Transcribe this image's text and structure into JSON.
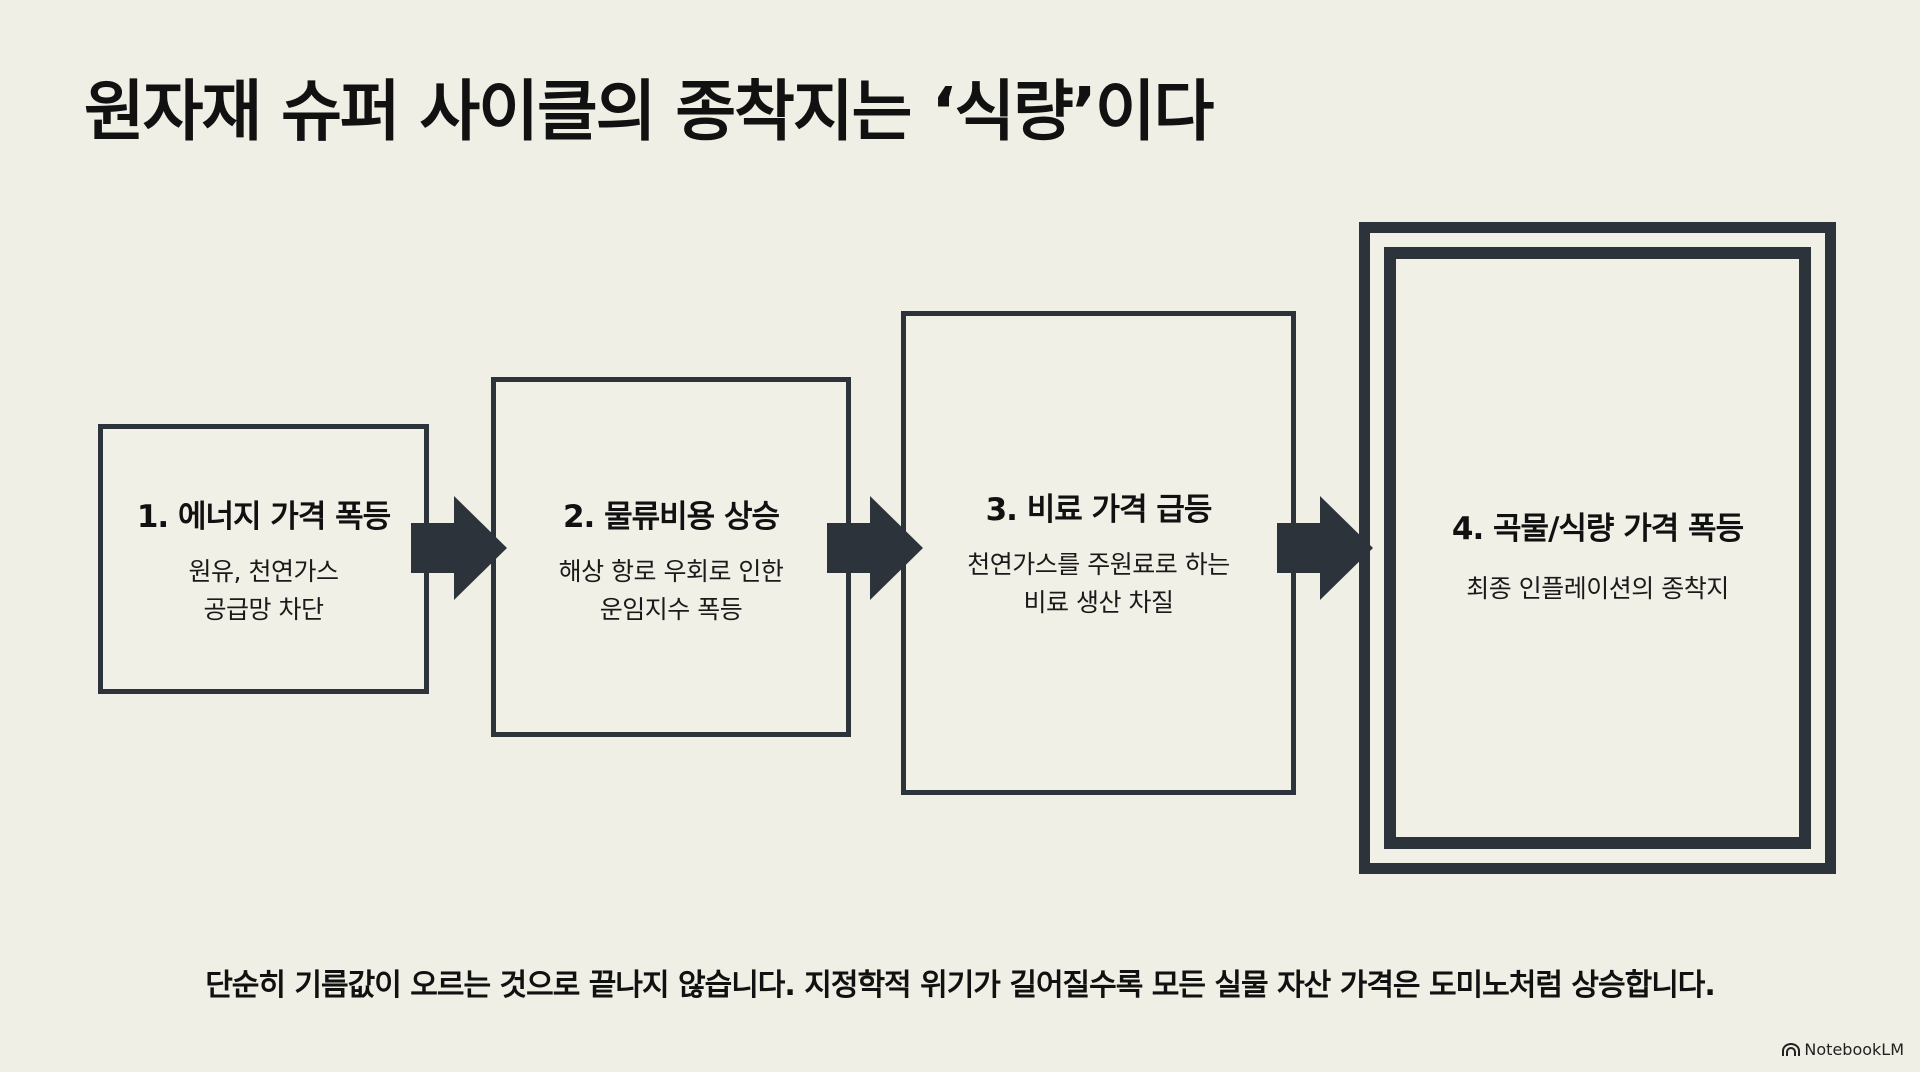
{
  "title": "원자재 슈퍼 사이클의 종착지는 ‘식량’이다",
  "steps": [
    {
      "heading": "1. 에너지 가격 폭등",
      "lines": [
        "원유, 천연가스",
        "공급망 차단"
      ]
    },
    {
      "heading": "2. 물류비용 상승",
      "lines": [
        "해상 항로 우회로 인한",
        "운임지수 폭등"
      ]
    },
    {
      "heading": "3. 비료 가격 급등",
      "lines": [
        "천연가스를 주원료로 하는",
        "비료 생산 차질"
      ]
    },
    {
      "heading": "4. 곡물/식량 가격 폭등",
      "lines": [
        "최종 인플레이션의 종착지"
      ]
    }
  ],
  "footer": "단순히 기름값이 오르는 것으로 끝나지 않습니다. 지정학적 위기가 길어질수록 모든 실물 자산 가격은 도미노처럼 상승합니다.",
  "brand": "NotebookLM",
  "colors": {
    "background": "#f0efe5",
    "stroke": "#2d333b"
  }
}
